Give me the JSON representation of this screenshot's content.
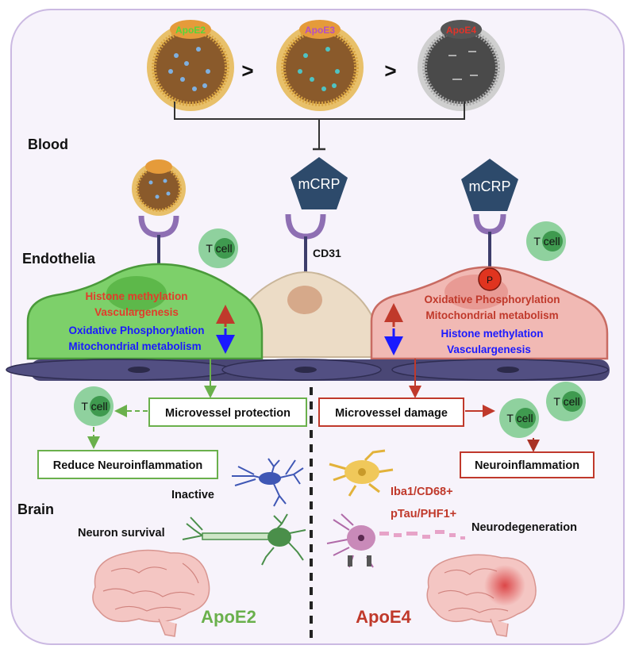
{
  "lipoproteins": {
    "apoe2": "ApoE2",
    "apoe3": "ApoE3",
    "apoe4": "ApoE4",
    "greater_than_1": ">",
    "greater_than_2": ">"
  },
  "regions": {
    "blood": "Blood",
    "endothelia": "Endothelia",
    "brain": "Brain"
  },
  "center": {
    "mcrp": "mCRP",
    "cd31": "CD31"
  },
  "right": {
    "mcrp": "mCRP",
    "phospho": "P"
  },
  "tcells": {
    "label": "T cell"
  },
  "left_cell": {
    "up_1": "Histone methylation",
    "up_2": "Vasculargenesis",
    "down_1": "Oxidative Phosphorylation",
    "down_2": "Mitochondrial metabolism"
  },
  "right_cell": {
    "up_1": "Oxidative Phosphorylation",
    "up_2": "Mitochondrial metabolism",
    "down_1": "Histone methylation",
    "down_2": "Vasculargenesis"
  },
  "outcomes_left": {
    "protection": "Microvessel protection",
    "reduce": "Reduce Neuroinflammation",
    "inactive": "Inactive",
    "survival": "Neuron survival",
    "genotype": "ApoE2"
  },
  "outcomes_right": {
    "damage": "Microvessel damage",
    "inflammation": "Neuroinflammation",
    "marker_1": "Iba1/CD68+",
    "marker_2": "pTau/PHF1+",
    "degeneration": "Neurodegeneration",
    "genotype": "ApoE4"
  },
  "colors": {
    "green": "#6ab04c",
    "red": "#c0392b",
    "blue": "#1a1aff",
    "panel_bg": "#f6f2fb",
    "panel_border": "#c9b7e0"
  }
}
